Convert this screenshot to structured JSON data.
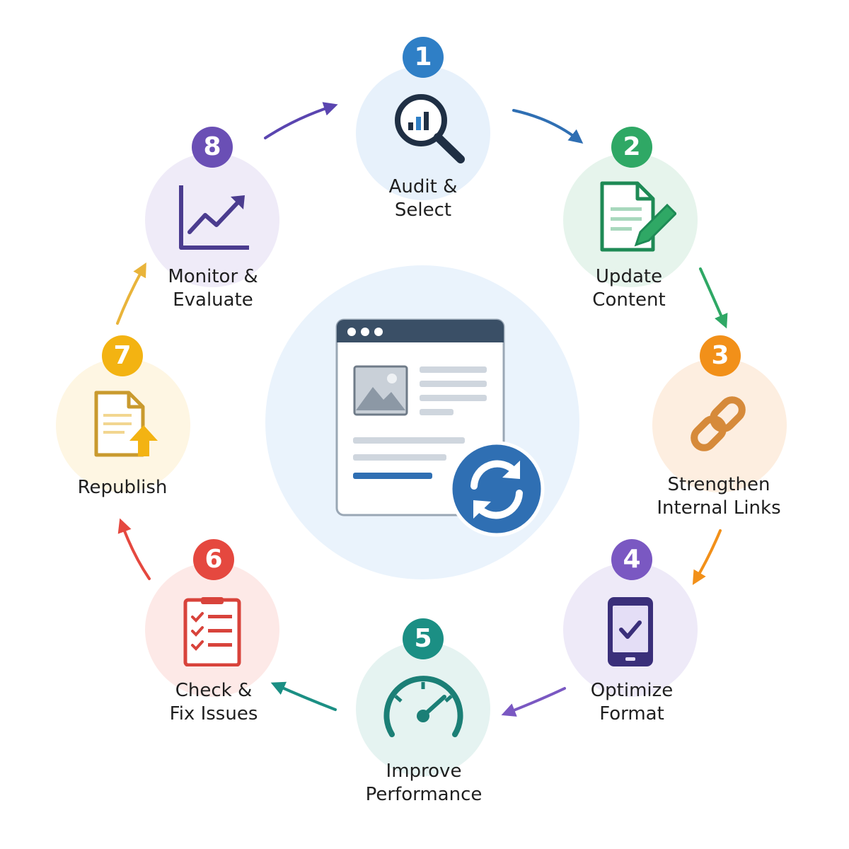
{
  "diagram": {
    "center": {
      "icon": "webpage-refresh-icon",
      "colors": {
        "disc": "#eaf3fc",
        "frame": "#3a4f66",
        "accent": "#2f6fb3"
      }
    },
    "steps": [
      {
        "number": "1",
        "line1": "Audit &",
        "line2": "Select",
        "icon": "magnifier-chart-icon",
        "color": "#2f7fc6",
        "disc": "#e7f1fb"
      },
      {
        "number": "2",
        "line1": "Update",
        "line2": "Content",
        "icon": "document-edit-icon",
        "color": "#2fa865",
        "disc": "#e6f4ec"
      },
      {
        "number": "3",
        "line1": "Strengthen",
        "line2": "Internal Links",
        "icon": "chain-link-icon",
        "color": "#f29019",
        "disc": "#fdeee0"
      },
      {
        "number": "4",
        "line1": "Optimize",
        "line2": "Format",
        "icon": "mobile-check-icon",
        "color": "#7a58c2",
        "disc": "#eeeaf8"
      },
      {
        "number": "5",
        "line1": "Improve",
        "line2": "Performance",
        "icon": "speedometer-icon",
        "color": "#1b8f84",
        "disc": "#e5f3f1"
      },
      {
        "number": "6",
        "line1": "Check &",
        "line2": "Fix Issues",
        "icon": "checklist-icon",
        "color": "#e5483f",
        "disc": "#fde9e7"
      },
      {
        "number": "7",
        "line1": "Republish",
        "line2": "",
        "icon": "document-upload-icon",
        "color": "#f3b312",
        "disc": "#fef6e3"
      },
      {
        "number": "8",
        "line1": "Monitor &",
        "line2": "Evaluate",
        "icon": "growth-chart-icon",
        "color": "#6a4fb5",
        "disc": "#efebf8"
      }
    ],
    "arrows": [
      {
        "from": "1",
        "to": "2",
        "color": "#2f6fb3"
      },
      {
        "from": "2",
        "to": "3",
        "color": "#2fa865"
      },
      {
        "from": "3",
        "to": "4",
        "color": "#f29019"
      },
      {
        "from": "4",
        "to": "5",
        "color": "#7a58c2"
      },
      {
        "from": "5",
        "to": "6",
        "color": "#1b8f84"
      },
      {
        "from": "6",
        "to": "7",
        "color": "#e5483f"
      },
      {
        "from": "7",
        "to": "8",
        "color": "#e9b43a"
      },
      {
        "from": "8",
        "to": "1",
        "color": "#5a45b0"
      }
    ]
  }
}
